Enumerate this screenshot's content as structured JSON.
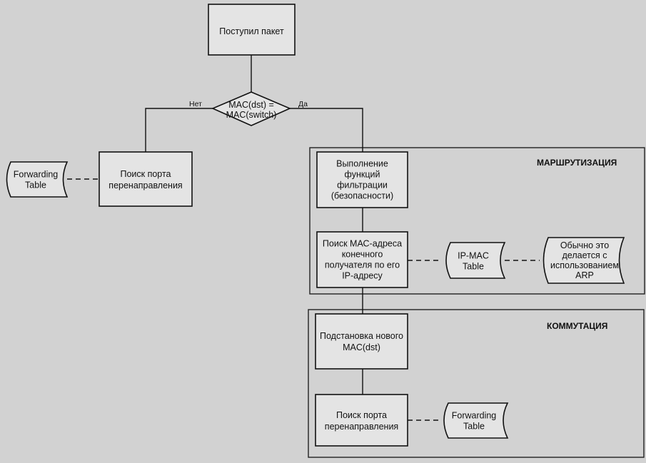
{
  "diagram": {
    "start": [
      "Поступил пакет"
    ],
    "decision": [
      "MAC(dst) =",
      "MAC(switch)"
    ],
    "branch_no": "Нет",
    "branch_yes": "Да",
    "left_port_search": [
      "Поиск порта",
      "перенаправления"
    ],
    "left_table": [
      "Forwarding",
      "Table"
    ],
    "routing_section": "МАРШРУТИЗАЦИЯ",
    "filter_step": [
      "Выполнение",
      "функций",
      "фильтрации",
      "(безопасности)"
    ],
    "mac_lookup_step": [
      "Поиск МАС-адреса",
      "конечного",
      "получателя по его",
      "IP-адресу"
    ],
    "ipmac_table": [
      "IP-MAC",
      "Table"
    ],
    "arp_note": [
      "Обычно это",
      "делается с",
      "использованием",
      "ARP"
    ],
    "switching_section": "КОММУТАЦИЯ",
    "substitute_step": [
      "Подстановка нового",
      "MAC(dst)"
    ],
    "right_port_search": [
      "Поиск порта",
      "перенаправления"
    ],
    "right_table": [
      "Forwarding",
      "Table"
    ]
  }
}
